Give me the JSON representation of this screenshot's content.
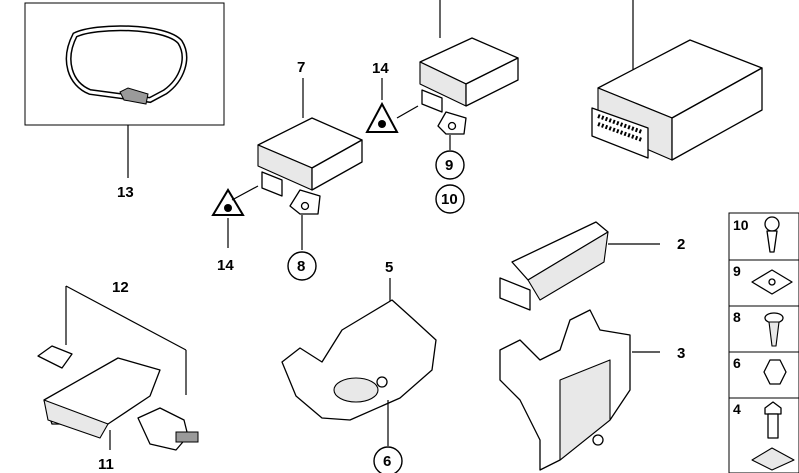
{
  "callouts": {
    "c2": "2",
    "c3": "3",
    "c5": "5",
    "c6": "6",
    "c7": "7",
    "c8": "8",
    "c9": "9",
    "c10": "10",
    "c11": "11",
    "c12": "12",
    "c13": "13",
    "c14a": "14",
    "c14b": "14"
  },
  "side_panel": [
    "10",
    "9",
    "8",
    "6",
    "4"
  ]
}
